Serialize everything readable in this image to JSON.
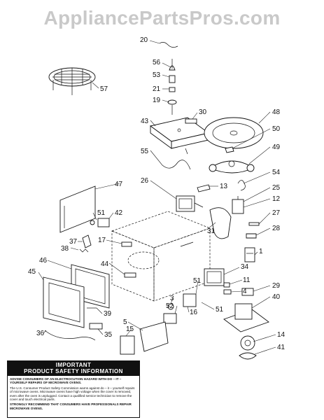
{
  "watermark": "AppliancePartsPros.com",
  "callouts": [
    "20",
    "56",
    "53",
    "57",
    "21",
    "19",
    "30",
    "48",
    "43",
    "50",
    "55",
    "49",
    "26",
    "13",
    "54",
    "47",
    "25",
    "12",
    "51",
    "42",
    "27",
    "31",
    "28",
    "37",
    "17",
    "38",
    "1",
    "44",
    "34",
    "46",
    "45",
    "51",
    "11",
    "3",
    "4",
    "29",
    "52",
    "16",
    "51",
    "40",
    "5",
    "39",
    "15",
    "36",
    "35",
    "14",
    "41"
  ],
  "safety": {
    "title_line1": "IMPORTANT",
    "title_line2": "PRODUCT SAFETY INFORMATION",
    "para1": "ADVISE CONSUMERS OF AN ELECTROCUTION HAZARD WITH DO – IT – YOURSELF REPAIRS OF MICROWAVE OVENS.",
    "para2": "The U.S. Consumer Product Safety Commission warns against do – it – yourself repairs of microwave ovens. Microwave ovens have high voltage when the cover is removed, even after the oven is unplugged. Contact a qualified service technician to remove the cover and touch electrical parts.",
    "para3": "STRONGLY RECOMMEND THAT CONSUMERS HAVE PROFESSIONALS REPAIR MICROWAVE OVENS."
  }
}
